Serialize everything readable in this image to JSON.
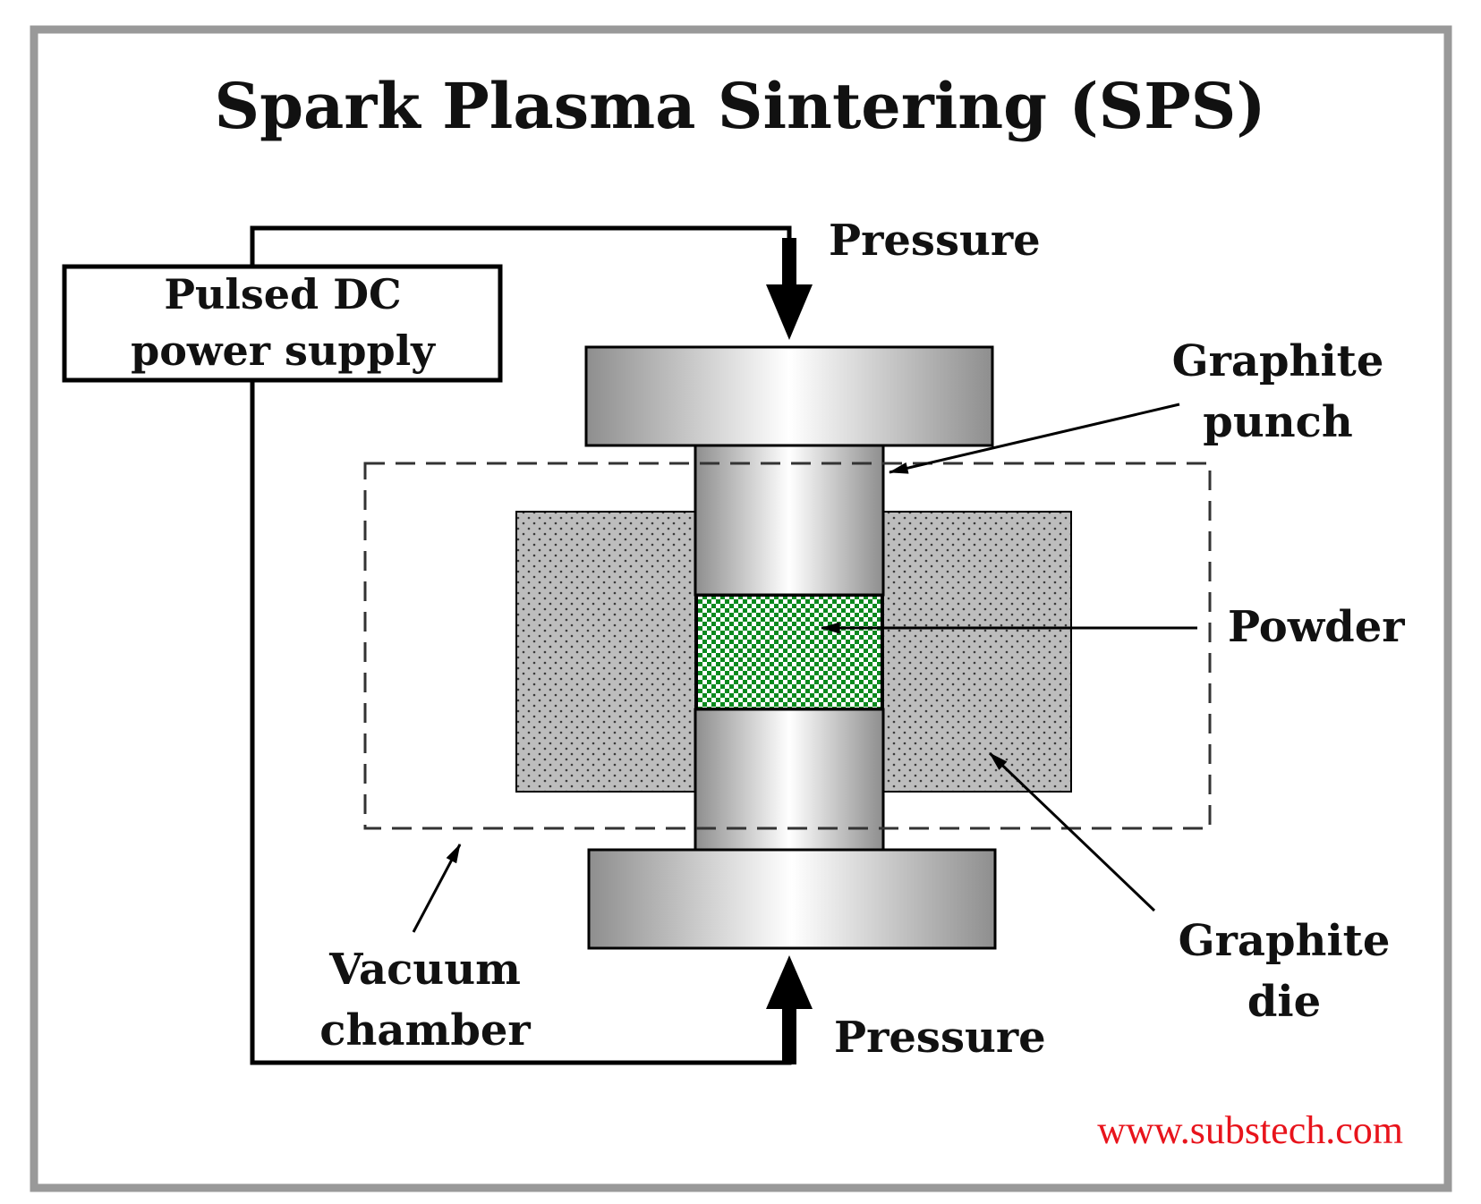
{
  "title": "Spark Plasma Sintering (SPS)",
  "labels": {
    "power_supply": [
      "Pulsed DC",
      "power supply"
    ],
    "pressure_top": "Pressure",
    "pressure_bottom": "Pressure",
    "graphite_punch": [
      "Graphite",
      "punch"
    ],
    "powder": "Powder",
    "graphite_die": [
      "Graphite",
      "die"
    ],
    "vacuum_chamber": [
      "Vacuum",
      "chamber"
    ]
  },
  "source_url": "www.substech.com",
  "colors": {
    "frame": "#999999",
    "line": "#000000",
    "powder": "#0a8a1e",
    "die": "#bdbdbd",
    "metal_dark": "#8c8c8c",
    "metal_light": "#ffffff",
    "url": "#e8141c"
  }
}
